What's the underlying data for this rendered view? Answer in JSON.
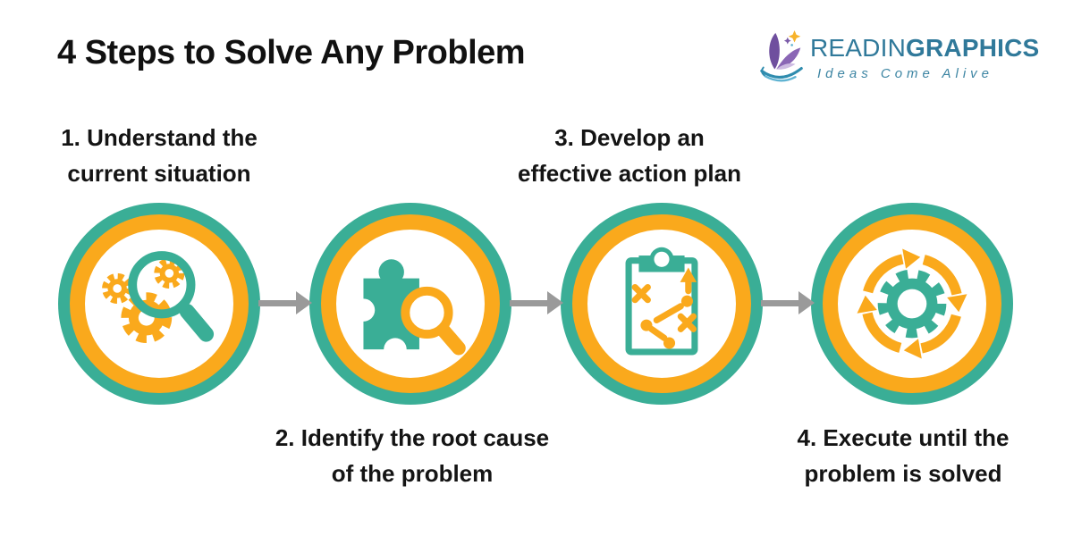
{
  "title": "4 Steps to Solve Any Problem",
  "logo": {
    "icon": "book-butterfly-swoosh-icon",
    "brand_regular": "READIN",
    "brand_bold": "GRAPHICS",
    "tagline": "Ideas Come Alive"
  },
  "steps": [
    {
      "number": "1",
      "label_line1": "1. Understand the",
      "label_line2": "current situation",
      "label_position": "above",
      "icon": "magnifier-gears-icon"
    },
    {
      "number": "2",
      "label_line1": "2. Identify the root cause",
      "label_line2": "of the problem",
      "label_position": "below",
      "icon": "puzzle-magnifier-icon"
    },
    {
      "number": "3",
      "label_line1": "3. Develop an",
      "label_line2": "effective action plan",
      "label_position": "above",
      "icon": "clipboard-strategy-icon"
    },
    {
      "number": "4",
      "label_line1": "4. Execute until the",
      "label_line2": "problem is solved",
      "label_position": "below",
      "icon": "gear-cycle-arrows-icon"
    }
  ],
  "connectors": {
    "count": 3,
    "icon": "right-arrow-icon",
    "color": "#9a9a9a"
  },
  "colors": {
    "teal": "#3aae96",
    "yellow": "#faa91c",
    "arrow_gray": "#9a9a9a",
    "title_text": "#111111",
    "logo_blue": "#30799a",
    "logo_tagline_blue": "#3d85a3",
    "background": "#ffffff"
  }
}
